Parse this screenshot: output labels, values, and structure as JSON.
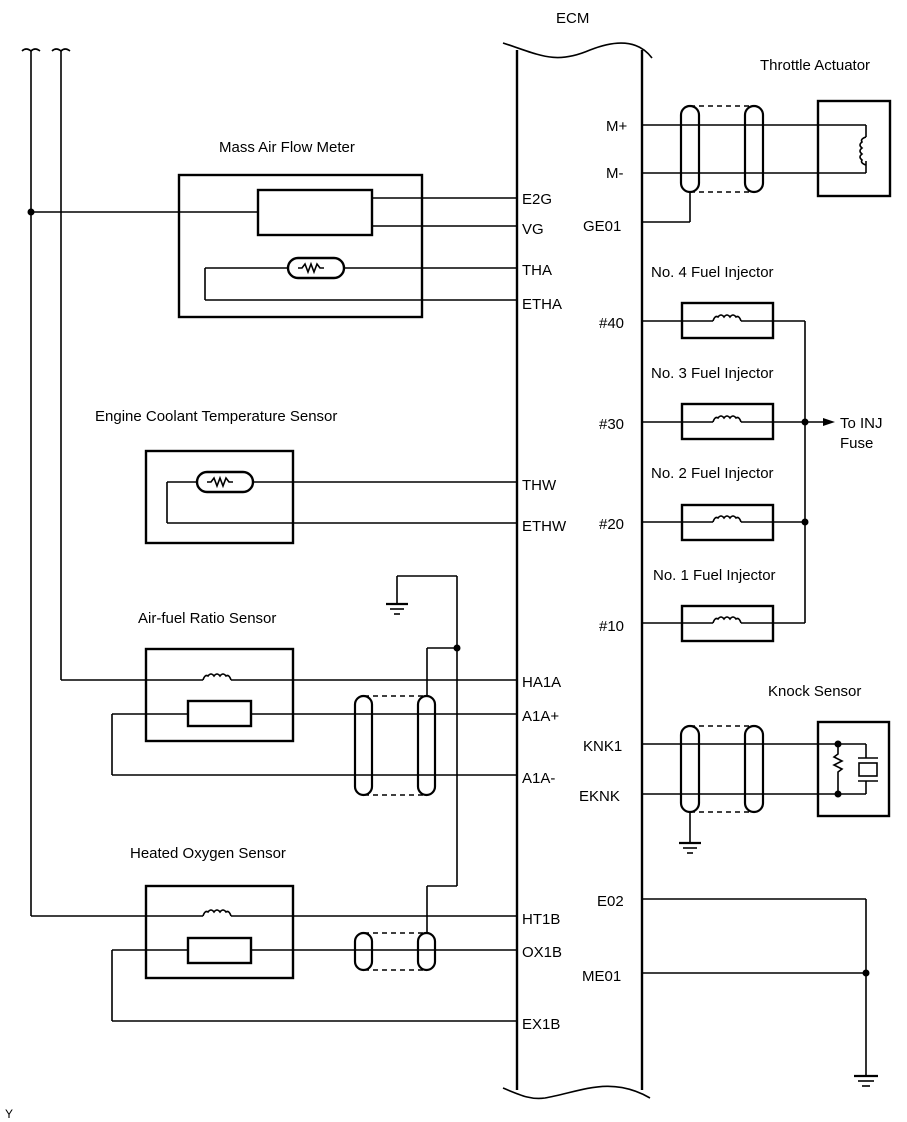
{
  "ecm": {
    "title": "ECM"
  },
  "components": {
    "maf": "Mass Air Flow Meter",
    "ect": "Engine Coolant Temperature Sensor",
    "afr": "Air-fuel Ratio Sensor",
    "ho2": "Heated Oxygen Sensor",
    "throttle": "Throttle Actuator",
    "inj4": "No. 4 Fuel Injector",
    "inj3": "No. 3 Fuel Injector",
    "inj2": "No. 2 Fuel Injector",
    "inj1": "No. 1 Fuel Injector",
    "knock": "Knock Sensor"
  },
  "pins_left": {
    "e2g": "E2G",
    "vg": "VG",
    "tha": "THA",
    "etha": "ETHA",
    "thw": "THW",
    "ethw": "ETHW",
    "ha1a": "HA1A",
    "a1a_plus": "A1A+",
    "a1a_minus": "A1A-",
    "ht1b": "HT1B",
    "ox1b": "OX1B",
    "ex1b": "EX1B"
  },
  "pins_right": {
    "m_plus": "M+",
    "m_minus": "M-",
    "ge01": "GE01",
    "n40": "#40",
    "n30": "#30",
    "n20": "#20",
    "n10": "#10",
    "knk1": "KNK1",
    "eknk": "EKNK",
    "e02": "E02",
    "me01": "ME01"
  },
  "inj_fuse": {
    "line1": "To INJ",
    "line2": "Fuse"
  },
  "footer_code": "Y"
}
